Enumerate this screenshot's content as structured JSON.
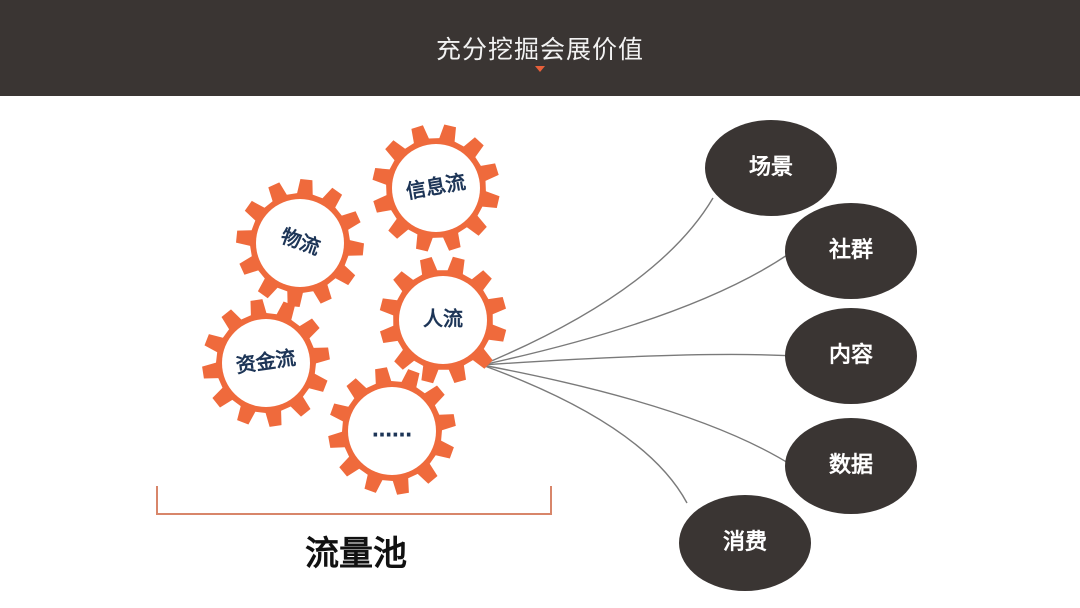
{
  "header": {
    "title": "充分挖掘会展价值"
  },
  "gears": [
    {
      "label": "信息流"
    },
    {
      "label": "物流"
    },
    {
      "label": "人流"
    },
    {
      "label": "资金流"
    },
    {
      "label": "……"
    }
  ],
  "nodes": [
    {
      "label": "场景"
    },
    {
      "label": "社群"
    },
    {
      "label": "内容"
    },
    {
      "label": "数据"
    },
    {
      "label": "消费"
    }
  ],
  "pool": {
    "label": "流量池"
  },
  "colors": {
    "header_bg": "#3a3533",
    "gear": "#ef6a3c",
    "gear_text": "#1d3557",
    "node": "#3a3533",
    "bracket": "#d8866a",
    "line": "#7a7a7a"
  }
}
